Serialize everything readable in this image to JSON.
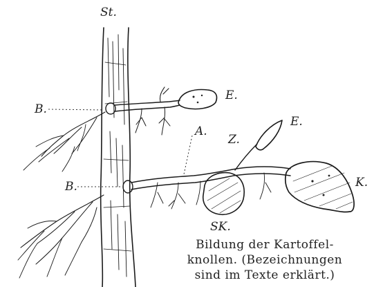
{
  "labels": {
    "stem": "St.",
    "bud_upper": "B.",
    "bud_lower": "B.",
    "eye_upper": "E.",
    "eye_mid": "E.",
    "stolon_a": "A.",
    "branch_z": "Z.",
    "young_tuber": "SK.",
    "tuber": "K."
  },
  "caption": {
    "line1": "Bildung der Kartoffel-",
    "line2": "knollen. (Bezeichnungen",
    "line3": "sind im Texte erklärt.)"
  }
}
